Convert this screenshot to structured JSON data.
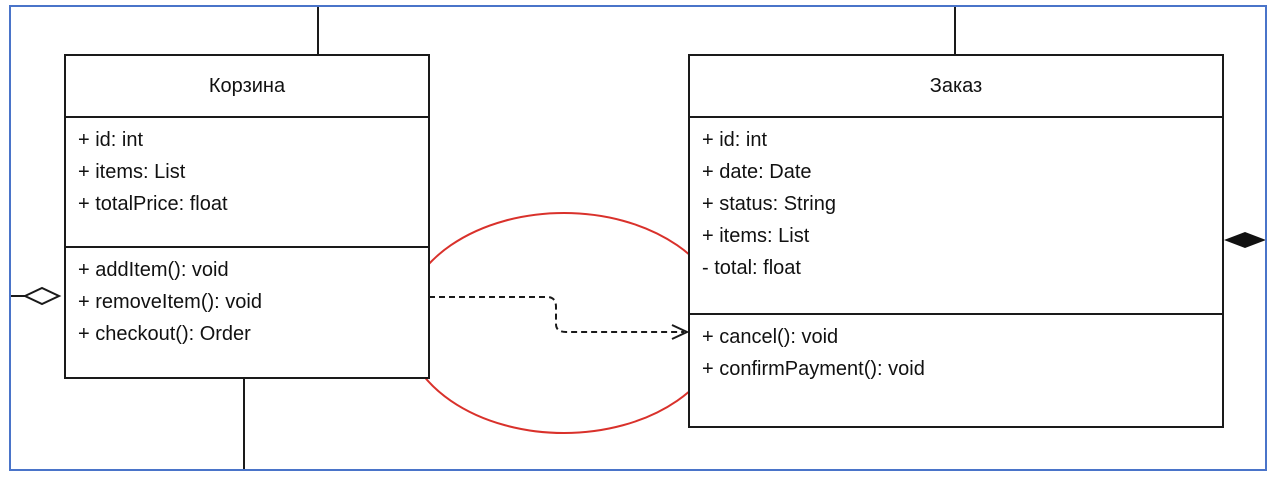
{
  "classes": {
    "cart": {
      "name": "Корзина",
      "attributes": [
        "+ id: int",
        "+ items: List",
        "+ totalPrice: float"
      ],
      "methods": [
        "+ addItem(): void",
        "+ removeItem(): void",
        "+ checkout(): Order"
      ]
    },
    "order": {
      "name": "Заказ",
      "attributes": [
        "+ id: int",
        "+ date: Date",
        "+ status: String",
        "+ items: List",
        "- total: float"
      ],
      "methods": [
        "+ cancel(): void",
        "+ confirmPayment(): void"
      ]
    }
  },
  "colors": {
    "frame": "#4a74c9",
    "lines": "#1a1a1a",
    "highlight": "#d9312b"
  },
  "relations": [
    {
      "type": "aggregation-diamond",
      "target": "Корзина"
    },
    {
      "type": "dependency-dashed",
      "from": "Корзина",
      "to": "Заказ"
    },
    {
      "type": "composition-diamond",
      "target": "Заказ"
    }
  ],
  "annotations": [
    {
      "type": "ellipse",
      "color": "#d9312b",
      "encloses": "dependency-dashed"
    }
  ]
}
